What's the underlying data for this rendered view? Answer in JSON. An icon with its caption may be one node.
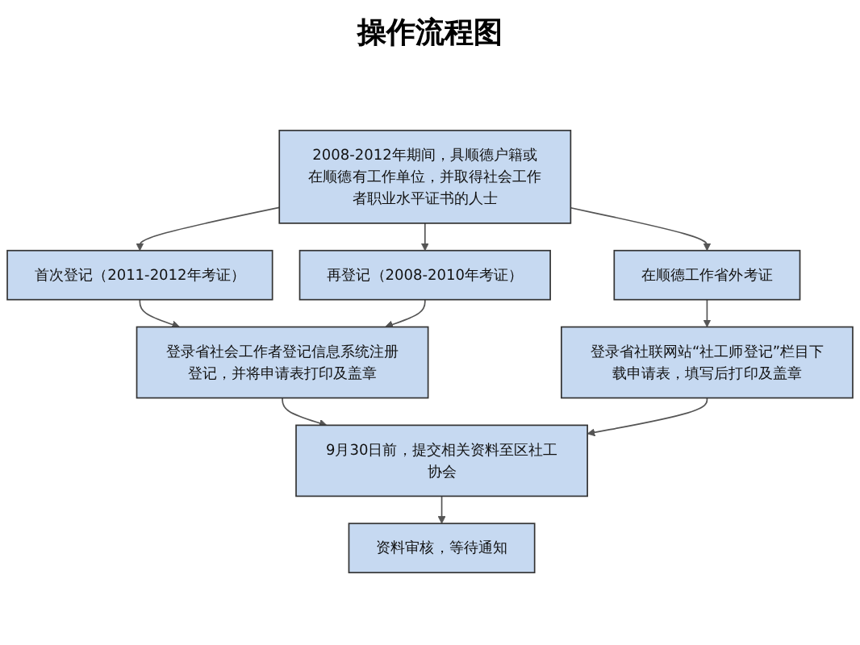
{
  "diagram": {
    "title": "操作流程图",
    "nodes": [
      {
        "text": [
          "2008-2012年期间，具顺德户籍或在顺德有工作单位，并取得社会工作者职业水平证书的人士"
        ]
      },
      {
        "text": [
          "首次登记（2011-2012年考证）"
        ]
      },
      {
        "text": [
          "再登记（2008-2010年考证）"
        ]
      },
      {
        "text": [
          "在顺德工作省外考证"
        ]
      },
      {
        "text": [
          "登录省社会工作者登记信息系统注册登记，并将申请表打印及盖章"
        ]
      },
      {
        "text": [
          "登录省社联网站“社工师登记”栏目下载申请表，填写后打印及盖章"
        ]
      },
      {
        "text": [
          "9月30日前，提交相关资料至区社工协会"
        ]
      },
      {
        "text": [
          "资料审核，等待通知"
        ]
      }
    ],
    "edges": [
      {
        "from": 0,
        "to": 1,
        "arrow": "to"
      },
      {
        "from": 0,
        "to": 2,
        "arrow": "to"
      },
      {
        "from": 0,
        "to": 3,
        "arrow": "to"
      },
      {
        "from": 1,
        "to": 4,
        "arrow": "to"
      },
      {
        "from": 2,
        "to": 4,
        "arrow": "to"
      },
      {
        "from": 3,
        "to": 5,
        "arrow": "to"
      },
      {
        "from": 4,
        "to": 6,
        "arrow": "to"
      },
      {
        "from": 5,
        "to": 6,
        "arrow": "to"
      },
      {
        "from": 6,
        "to": 7,
        "arrow": "to"
      }
    ]
  }
}
